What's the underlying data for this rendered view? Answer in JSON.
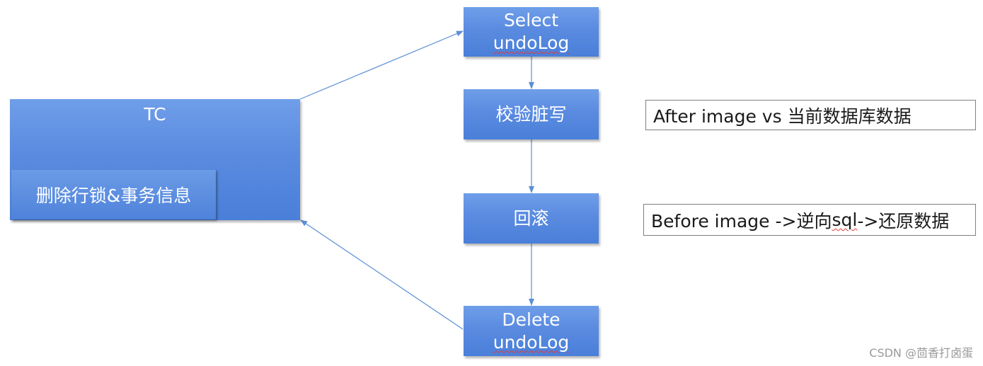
{
  "tc": {
    "title": "TC",
    "inner_label": "删除行锁&事务信息"
  },
  "steps": {
    "select": {
      "line1": "Select",
      "line2": "undoLog"
    },
    "check": {
      "label": "校验脏写"
    },
    "rollback": {
      "label": "回滚"
    },
    "delete": {
      "line1": "Delete",
      "line2": "undoLog"
    }
  },
  "notes": {
    "after_image": "After image vs 当前数据库数据",
    "before_image_prefix": "Before image ->逆向",
    "before_image_sql": "sql",
    "before_image_suffix": "->还原数据"
  },
  "watermark": "CSDN @茴香打卤蛋",
  "colors": {
    "box_fill": "#5a8be0",
    "box_text": "#ffffff",
    "connector": "#5b8fd6",
    "note_border": "#7f7f7f",
    "spell_check_underline": "#e23b3b"
  }
}
